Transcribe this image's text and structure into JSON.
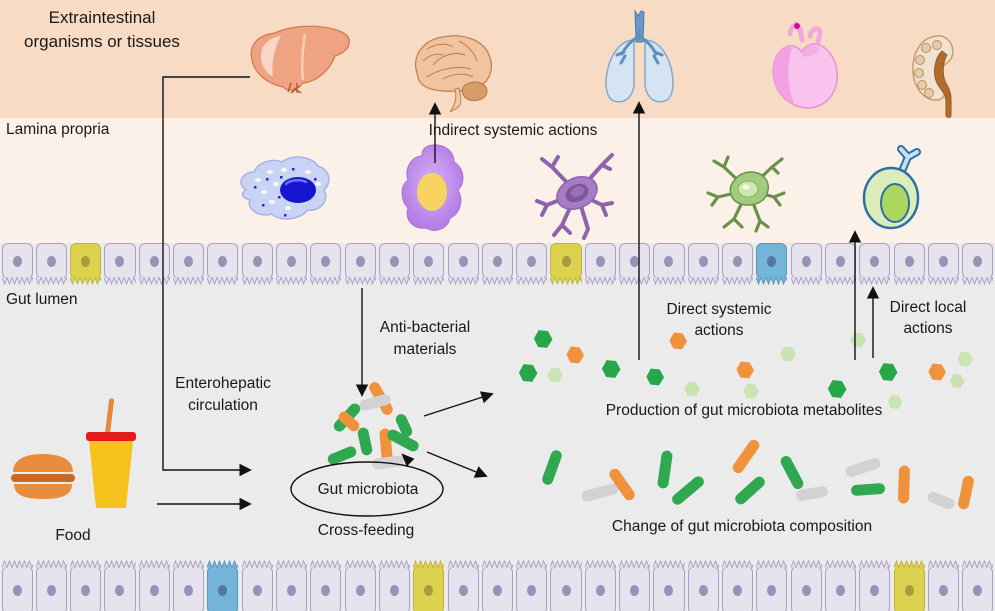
{
  "title_labels": {
    "extraintestinal": "Extraintestinal organisms or tissues",
    "lamina_propria": "Lamina propria",
    "gut_lumen": "Gut lumen",
    "food": "Food"
  },
  "annotations": {
    "indirect": "Indirect systemic actions",
    "antibacterial": "Anti-bacterial materials",
    "direct_systemic": "Direct systemic actions",
    "direct_local": "Direct local actions",
    "enterohepatic": "Enterohepatic circulation",
    "production": "Production of gut microbiota metabolites",
    "gut_microbiota": "Gut microbiota",
    "cross_feeding": "Cross-feeding",
    "composition": "Change of gut microbiota composition"
  },
  "icons": {
    "organs": [
      "liver-icon",
      "brain-icon",
      "lungs-icon",
      "heart-icon",
      "kidney-icon"
    ],
    "lamina_cells": [
      "macrophage-icon",
      "plasma-cell-icon",
      "dendritic-cell-icon",
      "enteric-neuron-icon",
      "goblet-cell-icon"
    ],
    "food_items": [
      "burger-icon",
      "drink-cup-icon"
    ]
  },
  "colors": {
    "band_top": "#f8dbc5",
    "band_lamina": "#fcf1e8",
    "lumen": "#ebebeb",
    "epithelial_cell": "#e6e3ee",
    "epithelial_special_yellow": "#ddd24f",
    "epithelial_special_blue": "#74b4d9",
    "bacteria_green": "#2fa84f",
    "bacteria_orange": "#f0923c",
    "bacteria_gray": "#d2d2d2",
    "metabolite_green": "#27a74a",
    "metabolite_light_green": "#c9e3b2"
  },
  "epithelium": {
    "top_row": {
      "count": 29,
      "yellow_cells": [
        2,
        16
      ],
      "blue_cells": [
        22
      ]
    },
    "bottom_row": {
      "count": 29,
      "yellow_cells": [
        12,
        26
      ],
      "blue_cells": [
        6
      ]
    }
  },
  "bacteria": {
    "cluster": [
      [
        381,
        398,
        36,
        60,
        "o"
      ],
      [
        375,
        402,
        32,
        -15,
        "x"
      ],
      [
        347,
        417,
        34,
        -48,
        "g"
      ],
      [
        349,
        421,
        24,
        42,
        "o"
      ],
      [
        365,
        441,
        28,
        78,
        "g"
      ],
      [
        386,
        445,
        34,
        85,
        "o"
      ],
      [
        403,
        440,
        34,
        28,
        "g"
      ],
      [
        388,
        462,
        32,
        -8,
        "x"
      ],
      [
        342,
        455,
        30,
        -22,
        "g"
      ],
      [
        404,
        425,
        24,
        65,
        "g"
      ]
    ],
    "composition": [
      [
        552,
        467,
        36,
        -70,
        "g"
      ],
      [
        600,
        492,
        38,
        -15,
        "x"
      ],
      [
        622,
        484,
        36,
        55,
        "o"
      ],
      [
        665,
        469,
        38,
        -82,
        "g"
      ],
      [
        688,
        490,
        38,
        -40,
        "g"
      ],
      [
        746,
        456,
        38,
        -55,
        "o"
      ],
      [
        750,
        490,
        36,
        -42,
        "g"
      ],
      [
        792,
        472,
        36,
        62,
        "g"
      ],
      [
        812,
        493,
        32,
        -10,
        "x"
      ],
      [
        863,
        467,
        36,
        -18,
        "x"
      ],
      [
        868,
        489,
        34,
        -4,
        "g"
      ],
      [
        904,
        484,
        38,
        -88,
        "o"
      ],
      [
        941,
        500,
        28,
        22,
        "x"
      ],
      [
        966,
        492,
        34,
        -78,
        "o"
      ]
    ]
  },
  "metabolites": [
    [
      543,
      339,
      19,
      "g"
    ],
    [
      575,
      355,
      18,
      "o"
    ],
    [
      528,
      373,
      19,
      "g"
    ],
    [
      555,
      375,
      16,
      "l"
    ],
    [
      611,
      369,
      19,
      "g"
    ],
    [
      655,
      377,
      18,
      "g"
    ],
    [
      678,
      341,
      18,
      "o"
    ],
    [
      692,
      389,
      16,
      "l"
    ],
    [
      745,
      370,
      18,
      "o"
    ],
    [
      751,
      391,
      16,
      "l"
    ],
    [
      788,
      354,
      16,
      "l"
    ],
    [
      837,
      389,
      19,
      "g"
    ],
    [
      858,
      340,
      16,
      "l"
    ],
    [
      888,
      372,
      19,
      "g"
    ],
    [
      895,
      402,
      15,
      "l"
    ],
    [
      937,
      372,
      18,
      "o"
    ],
    [
      965,
      359,
      16,
      "l"
    ],
    [
      957,
      381,
      15,
      "l"
    ]
  ]
}
